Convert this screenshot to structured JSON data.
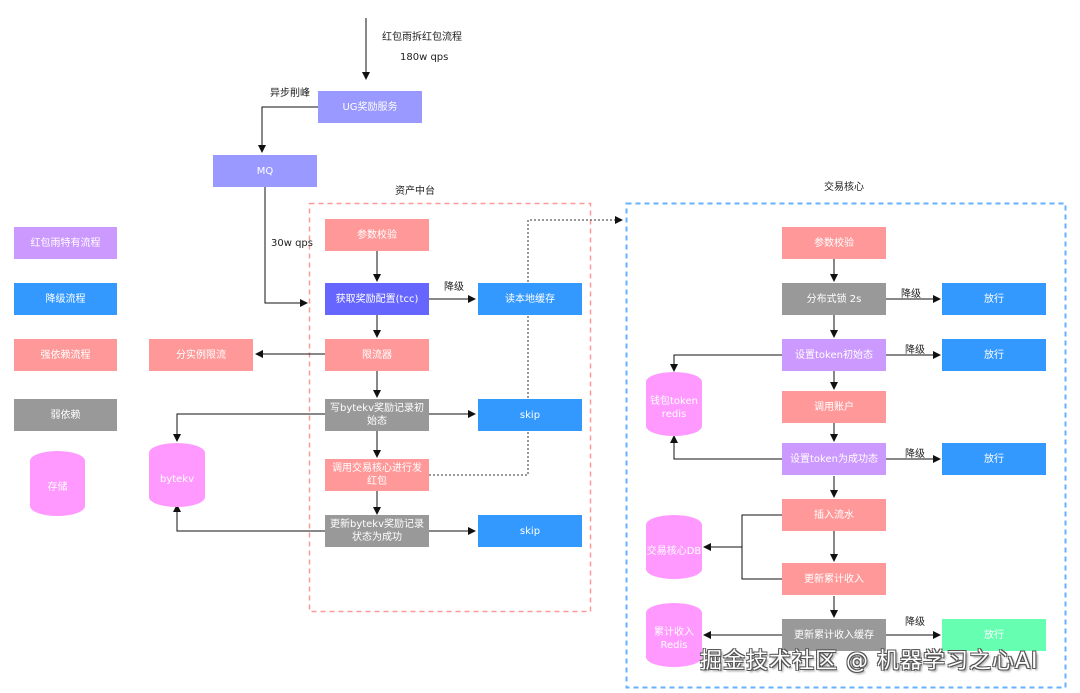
{
  "colors": {
    "purple_special": "#CC99FF",
    "blue_degrade": "#3399FF",
    "salmon_strong": "#FF9999",
    "gray_weak": "#999999",
    "pink_storage": "#FF99FF",
    "periwinkle": "#9999FF",
    "indigo": "#6666FF",
    "green": "#66FFB2",
    "asset_border": "#FF9999",
    "trade_border": "#66B2FF"
  },
  "top": {
    "entry_title": "红包雨拆红包流程",
    "entry_qps": "180w qps",
    "async_label": "异步削峰",
    "ug_service": "UG奖励服务",
    "mq": "MQ",
    "mq_qps": "30w qps"
  },
  "legend": [
    {
      "label": "红包雨特有流程",
      "kind": "purple"
    },
    {
      "label": "降级流程",
      "kind": "blue"
    },
    {
      "label": "强依赖流程",
      "kind": "salmon"
    },
    {
      "label": "弱依赖",
      "kind": "gray"
    },
    {
      "label": "存储",
      "kind": "storage"
    }
  ],
  "asset_center": {
    "title": "资产中台",
    "param_check": "参数校验",
    "get_config": "获取奖励配置(tcc)",
    "degrade_label": "降级",
    "read_local_cache": "读本地缓存",
    "rate_limiter": "限流器",
    "instance_limit": "分实例限流",
    "write_bytekv": "写bytekv奖励记录初始态",
    "skip_1": "skip",
    "call_trade": "调用交易核心进行发红包",
    "update_bytekv": "更新bytekv奖励记录状态为成功",
    "skip_2": "skip",
    "bytekv": "bytekv"
  },
  "trade_core": {
    "title": "交易核心",
    "param_check": "参数校验",
    "dist_lock": "分布式锁 2s",
    "degrade_1": "降级",
    "pass_1": "放行",
    "set_token_init": "设置token初始态",
    "degrade_2": "降级",
    "pass_2": "放行",
    "wallet_redis": "钱包token redis",
    "call_account": "调用账户",
    "set_token_success": "设置token为成功态",
    "degrade_3": "降级",
    "pass_3": "放行",
    "insert_flow": "插入流水",
    "trade_db": "交易核心DB",
    "update_income": "更新累计收入",
    "update_income_cache": "更新累计收入缓存",
    "degrade_4": "降级",
    "pass_4": "放行",
    "income_redis": "累计收入 Redis"
  },
  "watermark": "掘金技术社区 @ 机器学习之心AI"
}
